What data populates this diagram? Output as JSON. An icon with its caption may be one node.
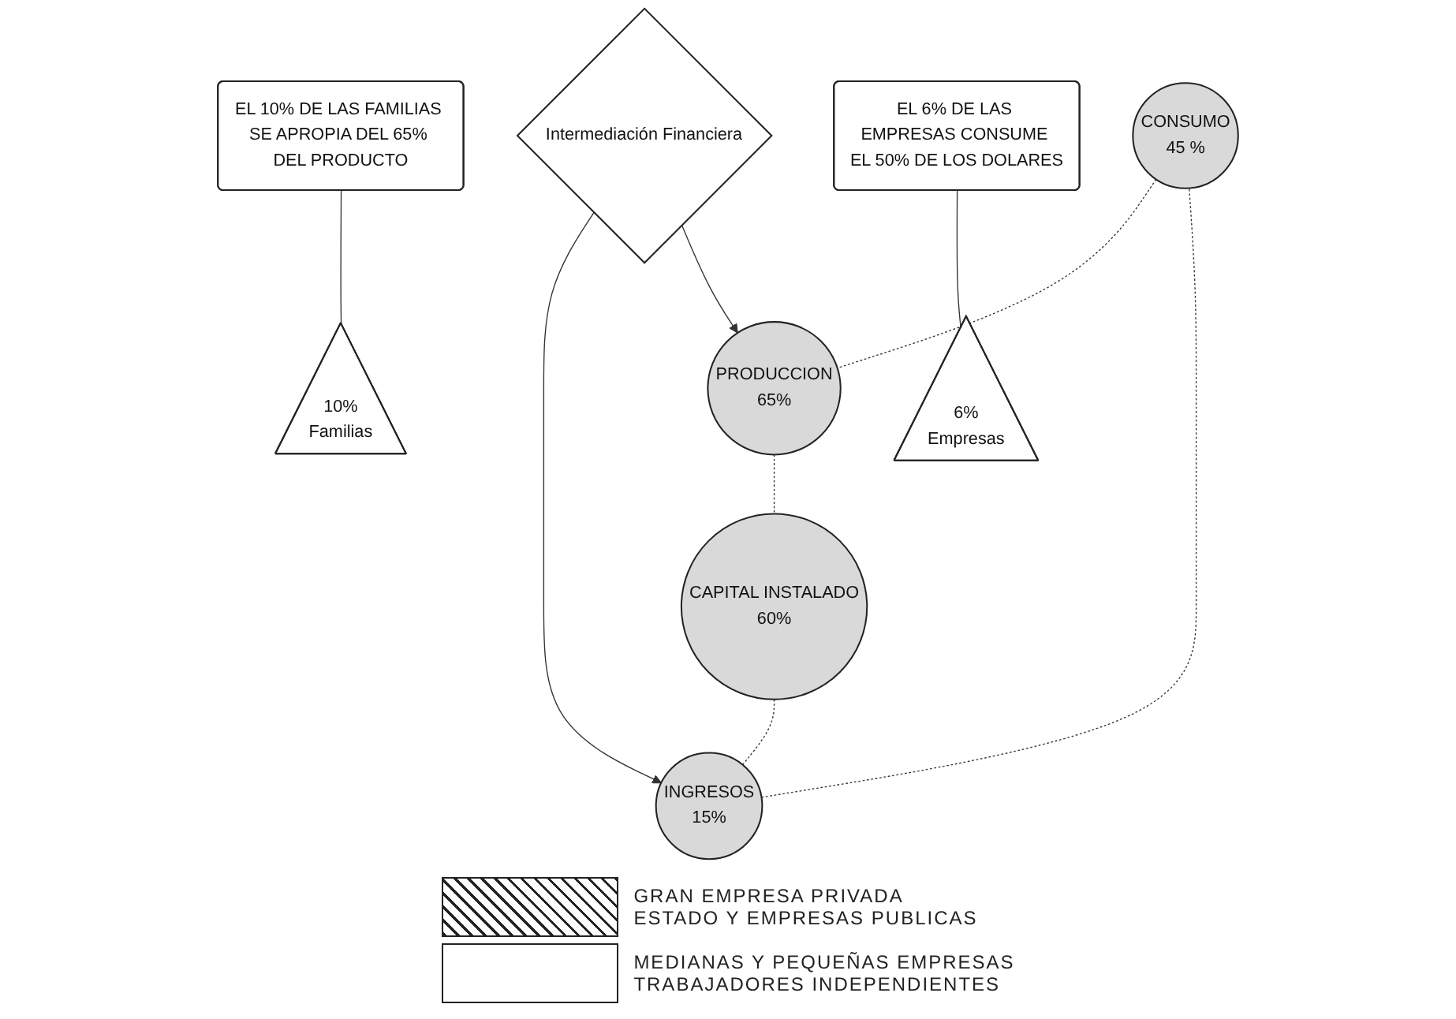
{
  "diagram": {
    "nodes": [
      {
        "text": [
          "CONSUMO",
          "45 %"
        ]
      },
      {
        "text": [
          "INGRESOS",
          "15%"
        ]
      },
      {
        "text": [
          "Intermediación Financiera"
        ]
      },
      {
        "text": [
          "PRODUCCION",
          "65%"
        ]
      },
      {
        "text": [
          "CAPITAL INSTALADO",
          "60%"
        ]
      },
      {
        "text": [
          "10%",
          "Familias"
        ]
      },
      {
        "text": [
          "6%",
          "Empresas"
        ]
      },
      {
        "text": [
          "EL 10% DE LAS FAMILIAS SE APROPIA DEL 65% DEL PRODUCTO"
        ]
      },
      {
        "text": [
          "EL 6% DE LAS EMPRESAS CONSUME EL 50% DE LOS DOLARES"
        ]
      }
    ],
    "edges": [
      {
        "from": 2,
        "to": 1,
        "arrow": "to"
      },
      {
        "from": 2,
        "to": 3,
        "arrow": "to"
      },
      {
        "from": 0,
        "to": 3,
        "arrow": "none",
        "style": "dashed"
      },
      {
        "from": 3,
        "to": 4,
        "arrow": "none",
        "style": "dashed"
      },
      {
        "from": 4,
        "to": 1,
        "arrow": "none",
        "style": "dashed"
      },
      {
        "from": 1,
        "to": 0,
        "arrow": "none",
        "style": "dashed"
      },
      {
        "from": 7,
        "to": 5,
        "arrow": "none"
      },
      {
        "from": 8,
        "to": 6,
        "arrow": "none"
      }
    ],
    "legend": [
      {
        "text": "GRAN EMPRESA PRIVADA"
      },
      {
        "text": "ESTADO Y EMPRESAS PUBLICAS"
      },
      {
        "text": "MEDIANAS Y PEQUEÑAS EMPRESAS"
      },
      {
        "text": "TRABAJADORES INDEPENDIENTES"
      }
    ]
  }
}
